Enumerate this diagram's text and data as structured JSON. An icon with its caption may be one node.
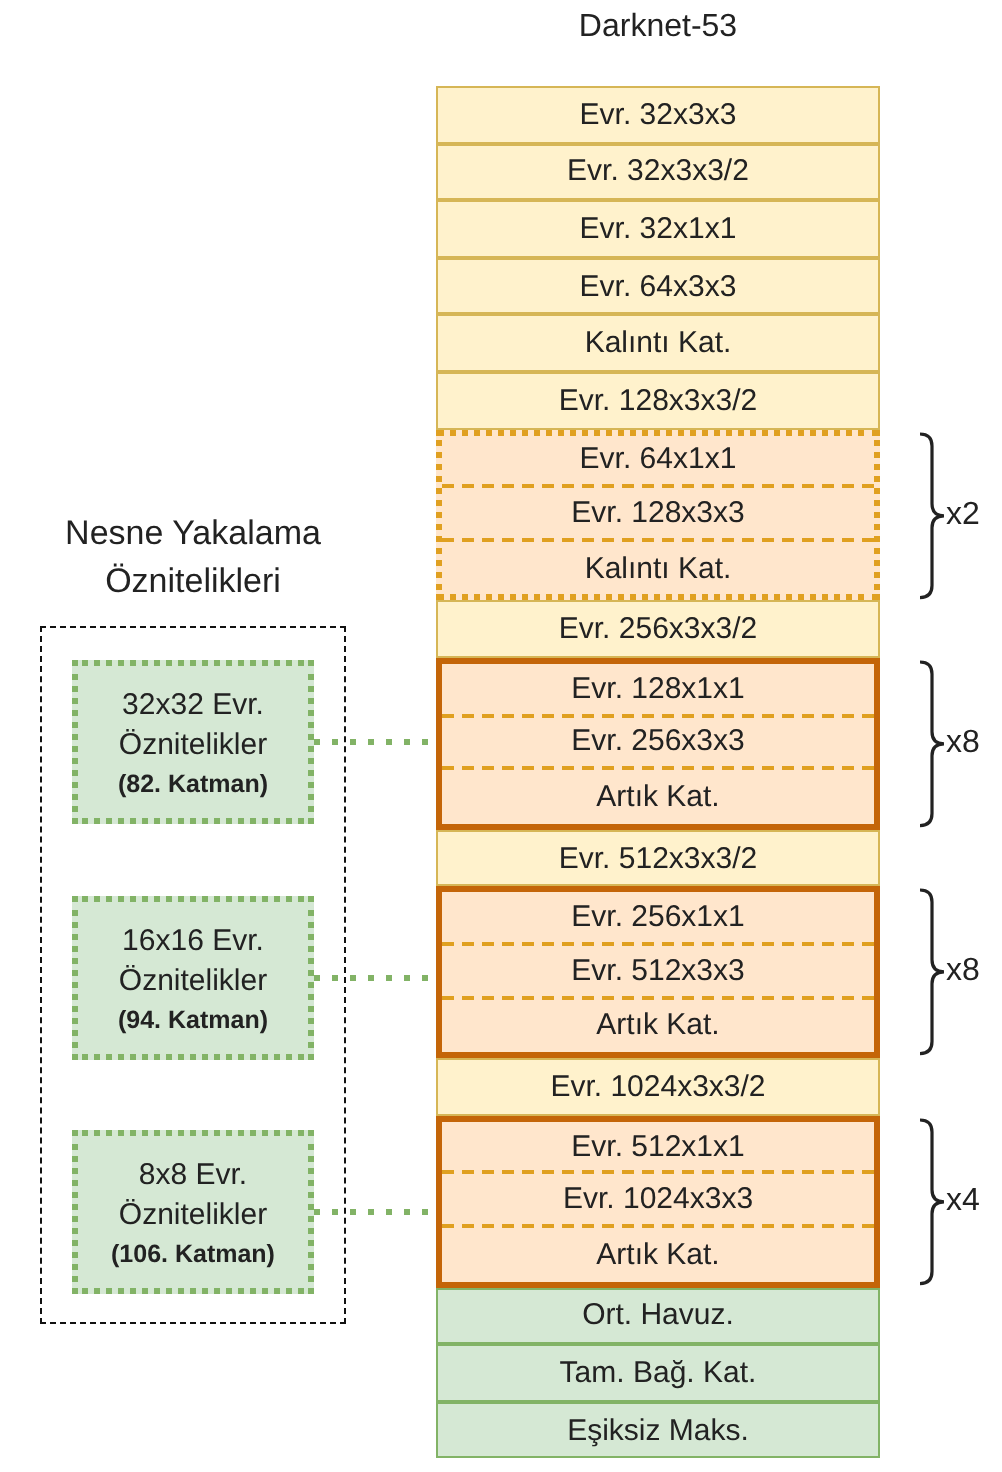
{
  "diagram": {
    "title": "Darknet-53",
    "nodes": [
      {
        "text": [
          "Evr. 32x3x3"
        ]
      },
      {
        "text": [
          "Evr. 32x3x3/2"
        ]
      },
      {
        "text": [
          "Evr. 32x1x1"
        ]
      },
      {
        "text": [
          "Evr. 64x3x3"
        ]
      },
      {
        "text": [
          "Kalıntı Kat."
        ]
      },
      {
        "text": [
          "Evr. 128x3x3/2"
        ]
      },
      {
        "text": [],
        "shape": "box",
        "beside": [
          "x2"
        ]
      },
      {
        "text": [
          "Evr. 64x1x1"
        ],
        "in": 6
      },
      {
        "text": [
          "Evr. 128x3x3"
        ],
        "in": 6
      },
      {
        "text": [
          "Kalıntı Kat."
        ],
        "in": 6
      },
      {
        "text": [
          "Evr. 256x3x3/2"
        ]
      },
      {
        "text": [],
        "shape": "box",
        "beside": [
          "x8"
        ]
      },
      {
        "text": [
          "Evr. 128x1x1"
        ],
        "in": 11
      },
      {
        "text": [
          "Evr. 256x3x3"
        ],
        "in": 11
      },
      {
        "text": [
          "Artık Kat."
        ],
        "in": 11
      },
      {
        "text": [
          "Evr. 512x3x3/2"
        ]
      },
      {
        "text": [],
        "shape": "box",
        "beside": [
          "x8"
        ]
      },
      {
        "text": [
          "Evr. 256x1x1"
        ],
        "in": 16
      },
      {
        "text": [
          "Evr. 512x3x3"
        ],
        "in": 16
      },
      {
        "text": [
          "Artık Kat."
        ],
        "in": 16
      },
      {
        "text": [
          "Evr. 1024x3x3/2"
        ]
      },
      {
        "text": [],
        "shape": "box",
        "beside": [
          "x4"
        ]
      },
      {
        "text": [
          "Evr. 512x1x1"
        ],
        "in": 21
      },
      {
        "text": [
          "Evr. 1024x3x3"
        ],
        "in": 21
      },
      {
        "text": [
          "Artık Kat."
        ],
        "in": 21
      },
      {
        "text": [
          "Ort. Havuz."
        ]
      },
      {
        "text": [
          "Tam. Bağ. Kat."
        ]
      },
      {
        "text": [
          "Eşiksiz Maks."
        ]
      },
      {
        "text": [
          "Nesne Yakalama Öznitelikleri"
        ]
      },
      {
        "text": [
          "32x32 Evr. Öznitelikler",
          "(82. Katman)"
        ],
        "in": 28
      },
      {
        "text": [
          "16x16 Evr. Öznitelikler",
          "(94. Katman)"
        ],
        "in": 28
      },
      {
        "text": [
          "8x8 Evr. Öznitelikler",
          "(106. Katman)"
        ],
        "in": 28
      }
    ],
    "edges": [
      {
        "from": 29,
        "to": 11,
        "arrow": "none",
        "style": "dashed",
        "color": "#82b366"
      },
      {
        "from": 30,
        "to": 16,
        "arrow": "none",
        "style": "dashed",
        "color": "#82b366"
      },
      {
        "from": 31,
        "to": 21,
        "arrow": "none",
        "style": "dashed",
        "color": "#82b366"
      }
    ]
  }
}
